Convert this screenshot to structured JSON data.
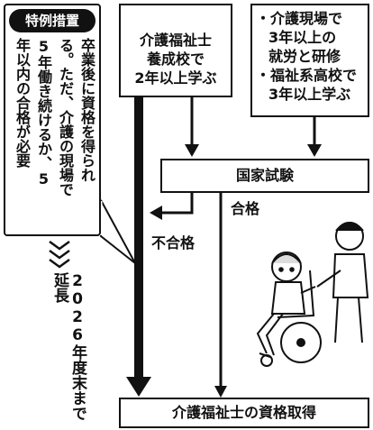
{
  "special_box": {
    "badge": "特例措置",
    "line1": "卒業後に資格を得られ",
    "line2": "る。ただ、介護の現場で",
    "line3": "5年働き続けるか、5",
    "line4": "年以内の合格が必要"
  },
  "extension_text": "2026年度末まで延長",
  "school_box": {
    "line1": "介護福祉士",
    "line2": "養成校で",
    "line3": "2年以上学ぶ"
  },
  "practice_box": {
    "item1_line1": "・介護現場で",
    "item1_line2": "3年以上の",
    "item1_line3": "就労と研修",
    "item2_line1": "・福祉系高校で",
    "item2_line2": "3年以上学ぶ"
  },
  "exam_label": "国家試験",
  "pass_label": "合格",
  "fail_label": "不合格",
  "result_label": "介護福祉士の資格取得"
}
